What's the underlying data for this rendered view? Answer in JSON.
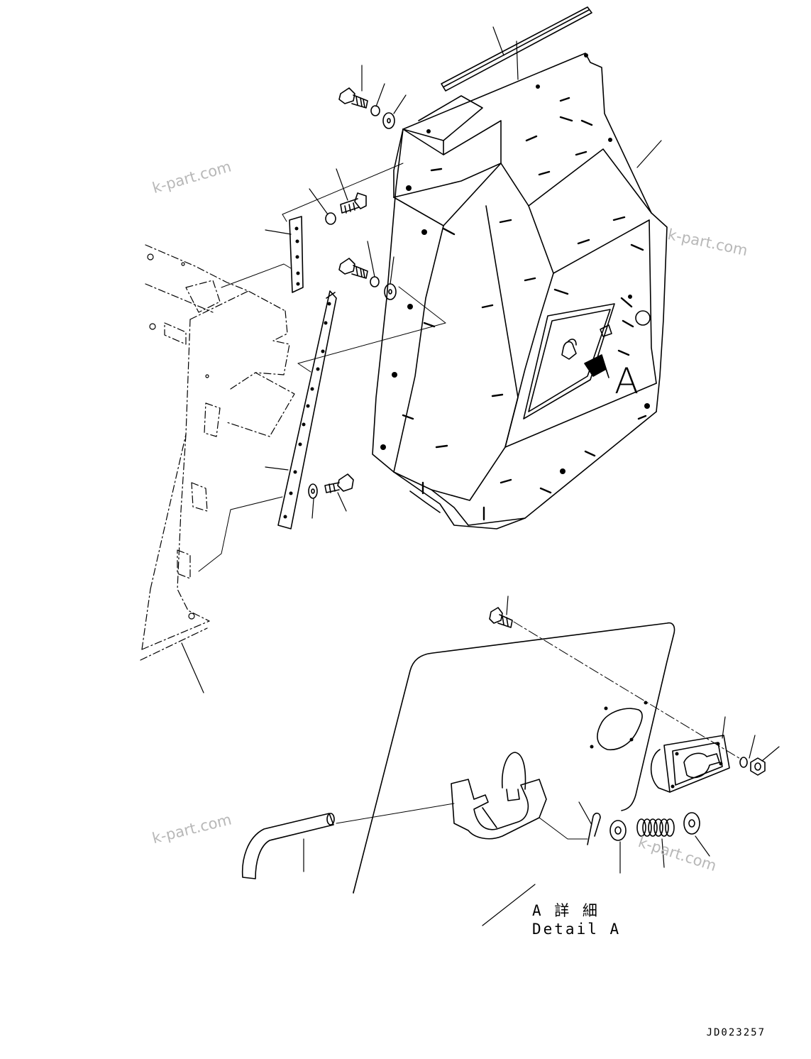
{
  "diagram": {
    "detail_marker": "A",
    "detail_caption_jp": "A 詳 細",
    "detail_caption_en": "Detail A",
    "drawing_number": "JD023257"
  },
  "watermarks": [
    "k-part.com",
    "k-part.com",
    "k-part.com",
    "k-part.com"
  ],
  "colors": {
    "line": "#000000",
    "watermark": "#b8b8b8",
    "background": "#ffffff"
  }
}
